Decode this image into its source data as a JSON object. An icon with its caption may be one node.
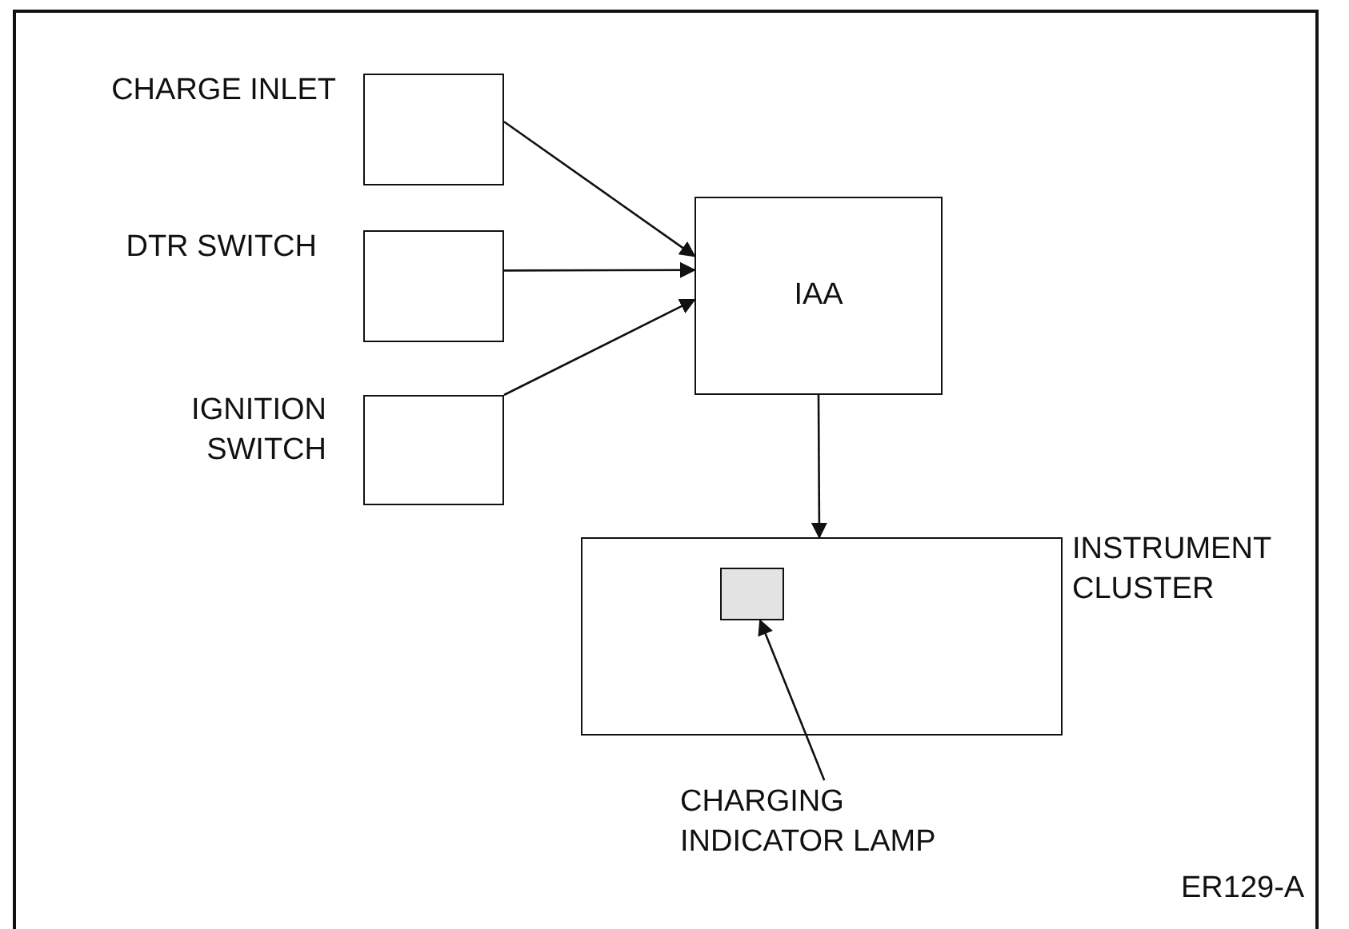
{
  "diagram": {
    "nodes": [
      {
        "text": [],
        "shape": "box",
        "beside": [
          "CHARGE INLET"
        ]
      },
      {
        "text": [],
        "shape": "box",
        "beside": [
          "DTR SWITCH"
        ]
      },
      {
        "text": [],
        "shape": "box",
        "beside": [
          "IGNITION SWITCH"
        ]
      },
      {
        "text": [
          "IAA"
        ]
      },
      {
        "text": [],
        "shape": "box",
        "beside": [
          "INSTRUMENT CLUSTER"
        ]
      },
      {
        "text": [],
        "shape": "box",
        "in": 4
      },
      {
        "text": [
          "CHARGING INDICATOR LAMP"
        ]
      }
    ],
    "edges": [
      {
        "from": 0,
        "to": 3,
        "arrow": "to"
      },
      {
        "from": 1,
        "to": 3,
        "arrow": "to"
      },
      {
        "from": 2,
        "to": 3,
        "arrow": "to"
      },
      {
        "from": 3,
        "to": 4,
        "arrow": "to"
      },
      {
        "from": 6,
        "to": 5,
        "arrow": "to"
      }
    ],
    "labels": [
      "ER129-A"
    ]
  }
}
